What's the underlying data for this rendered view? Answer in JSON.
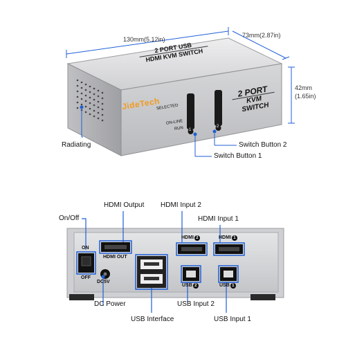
{
  "top_view": {
    "dimensions": {
      "length": "130mm(5.12in)",
      "width": "73mm(2.87in)",
      "height_mm": "42mm",
      "height_in": "(1.65in)"
    },
    "top_label": {
      "line1": "2 PORT USB",
      "line2": "HDMI KVM SWITCH"
    },
    "front_label": {
      "line1": "2 PORT",
      "line2": "KVM SWITCH"
    },
    "brand": "JideTech",
    "indicators": {
      "selected": "SELECTED",
      "online": "ON-LINE",
      "run": "RUN"
    },
    "button_numbers": {
      "one": "1",
      "two": "2"
    },
    "callouts": {
      "radiating": "Radiating",
      "switch_button_2": "Switch Button 2",
      "switch_button_1": "Switch Button 1"
    }
  },
  "back_view": {
    "panel_text": {
      "on": "ON",
      "off": "OFF",
      "hdmi_out": "HDMI OUT",
      "hdmi_in_2": "HDMI",
      "hdmi_in_1": "HDMI",
      "usb_2": "USB",
      "usb_1": "USB",
      "port_num_2": "2",
      "port_num_1": "1",
      "dc": "DC5V"
    },
    "callouts": {
      "on_off": "On/Off",
      "hdmi_output": "HDMI Output",
      "hdmi_input_2": "HDMI Input 2",
      "hdmi_input_1": "HDMI Input 1",
      "dc_power": "DC Power",
      "usb_interface": "USB Interface",
      "usb_input_2": "USB Input 2",
      "usb_input_1": "USB Input 1"
    }
  },
  "colors": {
    "callout_blue": "#1f5fd6",
    "body_silver": "#d9dadc",
    "panel_black": "#1a1a1a"
  }
}
